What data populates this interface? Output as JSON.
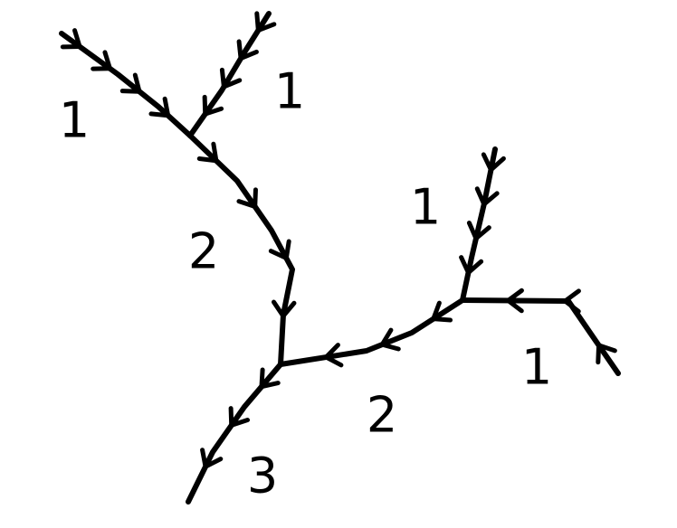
{
  "diagram": {
    "line_color": "#000000",
    "background_color": "#ffffff",
    "arrow_icon": "chevron-arrow",
    "segments": [
      {
        "id": "upper-left-branch",
        "order_label": "1",
        "arrows": 4
      },
      {
        "id": "upper-right-branch",
        "order_label": "1",
        "arrows": 4
      },
      {
        "id": "upper-trunk",
        "order_label": "2",
        "arrows": 4
      },
      {
        "id": "right-vertical-branch",
        "order_label": "1",
        "arrows": 4
      },
      {
        "id": "right-lower-branch",
        "order_label": "1",
        "arrows": 3
      },
      {
        "id": "middle-trunk",
        "order_label": "2",
        "arrows": 3
      },
      {
        "id": "outlet-trunk",
        "order_label": "3",
        "arrows": 3
      }
    ]
  }
}
